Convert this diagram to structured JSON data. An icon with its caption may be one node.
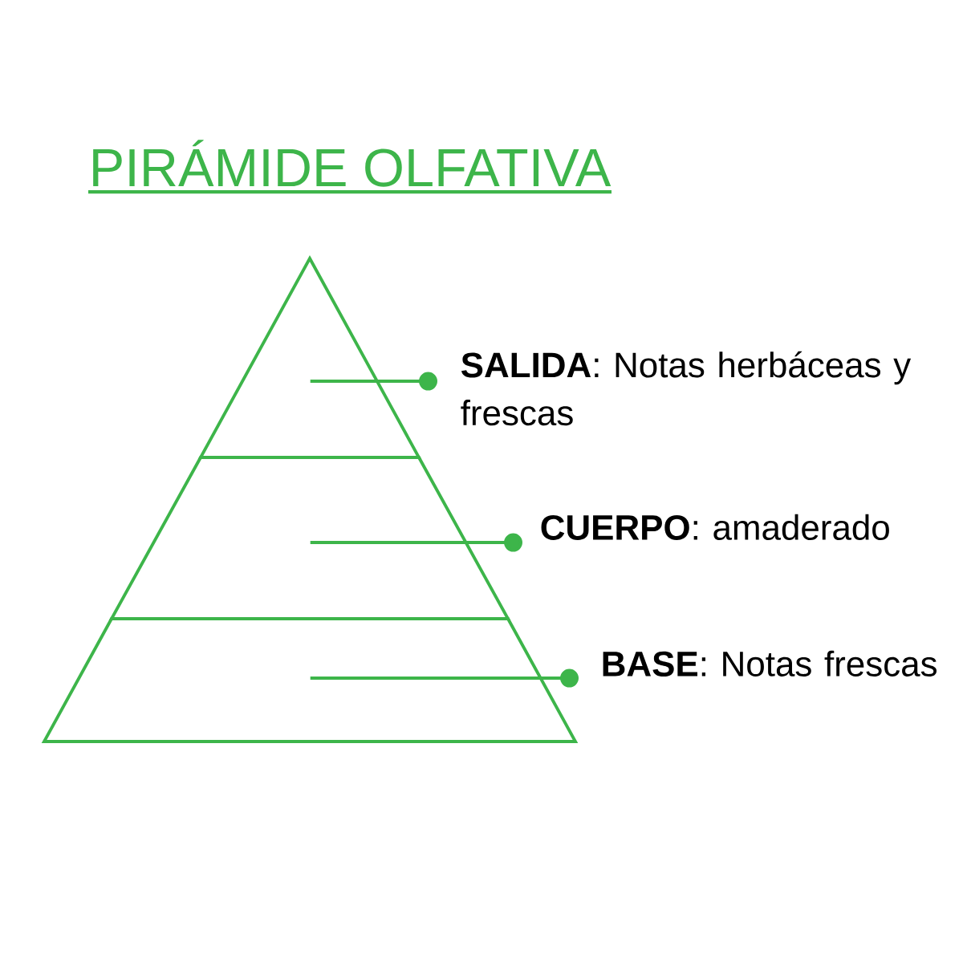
{
  "diagram": {
    "title": "PIRÁMIDE OLFATIVA",
    "nodes": [
      {
        "text": [],
        "shape": "triangle"
      },
      {
        "text": [],
        "shape": "trapezoid"
      },
      {
        "text": [],
        "shape": "trapezoid"
      },
      {
        "text": [
          "**SALIDA**: Notas herbáceas y frescas"
        ]
      },
      {
        "text": [
          "**CUERPO**: amaderado"
        ]
      },
      {
        "text": [
          "**BASE**: Notas frescas"
        ]
      }
    ],
    "edges": [
      {
        "from": 3,
        "to": 0,
        "arrow": "other"
      },
      {
        "from": 4,
        "to": 1,
        "arrow": "other"
      },
      {
        "from": 5,
        "to": 2,
        "arrow": "other"
      }
    ]
  }
}
